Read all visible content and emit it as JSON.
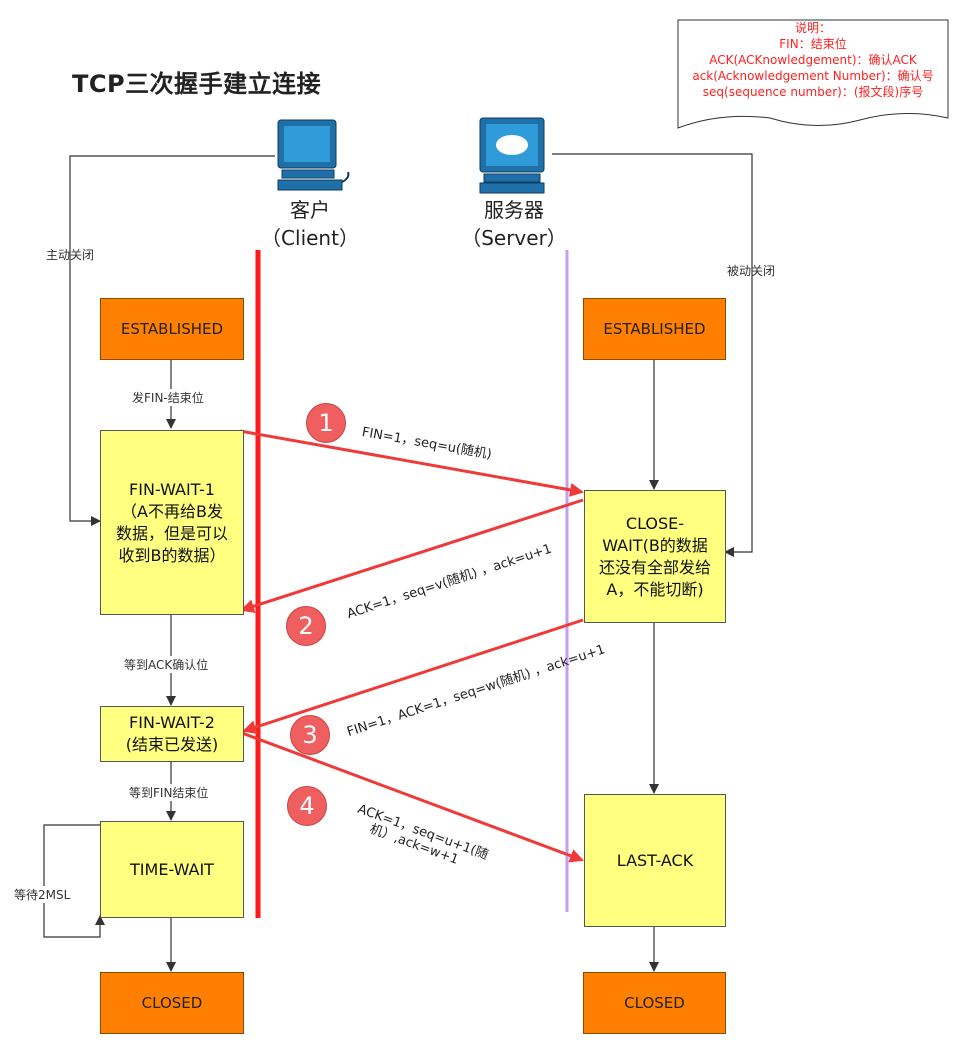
{
  "title": "TCP三次握手建立连接",
  "note": {
    "heading": "说明：",
    "lines": [
      "FIN：结束位",
      "ACK(ACKnowledgement)：确认ACK",
      "ack(Acknowledgement Number)：确认号",
      "seq(sequence number)：(报文段)序号"
    ]
  },
  "client": {
    "name": "客户\n（Client）",
    "icon": "computer-icon"
  },
  "server": {
    "name": "服务器\n（Server）",
    "icon": "server-icon"
  },
  "client_states": {
    "established": "ESTABLISHED",
    "fin_wait_1": "FIN-WAIT-1\n（A不再给B发\n数据，但是可以\n收到B的数据）",
    "fin_wait_2": "FIN-WAIT-2\n(结束已发送)",
    "time_wait": "TIME-WAIT",
    "closed": "CLOSED"
  },
  "server_states": {
    "established": "ESTABLISHED",
    "close_wait": "CLOSE-\nWAIT(B的数据\n还没有全部发给\nA，不能切断)",
    "last_ack": "LAST-ACK",
    "closed": "CLOSED"
  },
  "labels": {
    "active_close": "主动关闭",
    "passive_close": "被动关闭",
    "send_fin": "发FIN-结束位",
    "wait_ack": "等到ACK确认位",
    "wait_fin": "等到FIN结束位",
    "wait_2msl": "等待2MSL"
  },
  "messages": [
    {
      "num": "1",
      "text": "FIN=1，seq=u(随机)"
    },
    {
      "num": "2",
      "text": "ACK=1，seq=v(随机)  ，ack=u+1"
    },
    {
      "num": "3",
      "text": "FIN=1，ACK=1，seq=w(随机)  ，ack=u+1"
    },
    {
      "num": "4",
      "text_line1": "ACK=1，seq=u+1(随",
      "text_line2": "机）,ack=w+1"
    }
  ],
  "colors": {
    "client_line": "#ff1a1a",
    "server_line": "#c79cf2",
    "arrow": "#f03a3a",
    "established": "#ff7f00",
    "state_yellow": "#ffff80",
    "note_text": "#ff2020"
  }
}
